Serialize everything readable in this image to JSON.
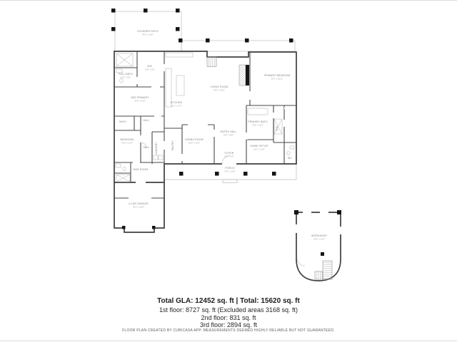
{
  "summary": {
    "total_line": "Total GLA: 12452 sq. ft | Total: 15620 sq. ft",
    "first_floor": "1st floor: 8727 sq. ft (Excluded areas 3168 sq. ft)",
    "second_floor": "2nd floor: 831 sq. ft",
    "third_floor": "3rd floor: 2894 sq. ft",
    "disclaimer": "FLOOR PLAN CREATED BY CUBICASA APP. MEASUREMENTS DEEMED HIGHLY RELIABLE BUT NOT GUARANTEED."
  },
  "floorplan": {
    "colors": {
      "wall": "#3e3e3e",
      "patio_outline": "#bdbdbd",
      "fixture": "#c4c4c4",
      "pillar": "#151515",
      "label": "#7c7c7c"
    },
    "rooms": {
      "covered_patio": {
        "name": "COVERED PATIO",
        "dims": "43'6\" x 19'0\""
      },
      "kitchen": {
        "name": "KITCHEN",
        "dims": "19'2\" x 17'0\""
      },
      "living_room": {
        "name": "LIVING ROOM",
        "dims": "30'4\" x 25'0\""
      },
      "primary_bedroom": {
        "name": "PRIMARY BEDROOM",
        "dims": "21'6\" x 20'11\""
      },
      "primary_bath": {
        "name": "PRIMARY BATH",
        "dims": "14'6\" x 11'0\""
      },
      "primary_wic": {
        "name": "WIC",
        "dims": ""
      },
      "home_office": {
        "name": "HOME OFFICE",
        "dims": "16'0\" x 12'6\""
      },
      "wc": {
        "name": "WC",
        "dims": ""
      },
      "entry_hall": {
        "name": "ENTRY HALL",
        "dims": "23'0\" x 8'6\""
      },
      "dining_room": {
        "name": "DINING ROOM",
        "dims": "18'0\" x 14'6\""
      },
      "pantry": {
        "name": "PANTRY",
        "dims": ""
      },
      "foyer": {
        "name": "FOYER",
        "dims": "11'0\" x 6'0\""
      },
      "porch": {
        "name": "PORCH",
        "dims": "73'0\" x 10'6\""
      },
      "second_primary": {
        "name": "2ND PRIMARY",
        "dims": "23'0\" x 15'6\""
      },
      "bedroom": {
        "name": "BEDROOM",
        "dims": "14'0\" x 12'6\""
      },
      "hall_a": {
        "name": "HALL",
        "dims": ""
      },
      "hall_b": {
        "name": "HALL",
        "dims": ""
      },
      "laundry": {
        "name": "LAUNDRY",
        "dims": ""
      },
      "mud_room": {
        "name": "MUD ROOM",
        "dims": ""
      },
      "full_bath": {
        "name": "FULL BATH",
        "dims": "10'0\" x 8'0\""
      },
      "wic_left": {
        "name": "WIC",
        "dims": "11'0\" x 6'0\""
      },
      "bath_left": {
        "name": "BATH",
        "dims": ""
      },
      "garage": {
        "name": "4 CAR GARAGE",
        "dims": "30'0\" x 29'6\""
      },
      "workshop": {
        "name": "WORKSHOP",
        "dims": "24'6\" x 23'0\""
      }
    }
  }
}
